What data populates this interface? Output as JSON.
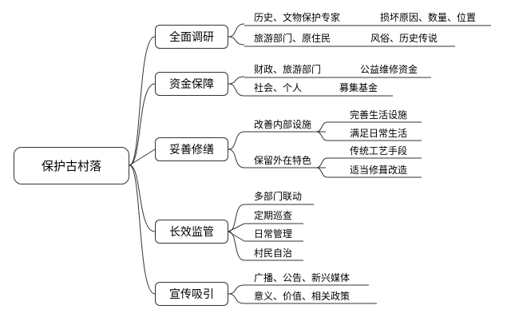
{
  "root": "保护古村落",
  "categories": [
    {
      "label": "全面调研",
      "items": [
        {
          "left": "历史、文物保护专家",
          "right": "损坏原因、数量、位置"
        },
        {
          "left": "旅游部门、原住民",
          "right": "风俗、历史传说"
        }
      ]
    },
    {
      "label": "资金保障",
      "items": [
        {
          "left": "财政、旅游部门",
          "right": "公益维修资金"
        },
        {
          "left": "社会、个人",
          "right": "募集基金"
        }
      ]
    },
    {
      "label": "妥善修缮",
      "groups": [
        {
          "label": "改善内部设施",
          "children": [
            "完善生活设施",
            "满足日常生活"
          ]
        },
        {
          "label": "保留外在特色",
          "children": [
            "传统工艺手段",
            "适当修葺改造"
          ]
        }
      ]
    },
    {
      "label": "长效监管",
      "items": [
        "多部门联动",
        "定期巡查",
        "日常管理",
        "村民自治"
      ]
    },
    {
      "label": "宣传吸引",
      "items": [
        "广播、公告、新兴媒体",
        "意义、价值、相关政策"
      ]
    }
  ]
}
